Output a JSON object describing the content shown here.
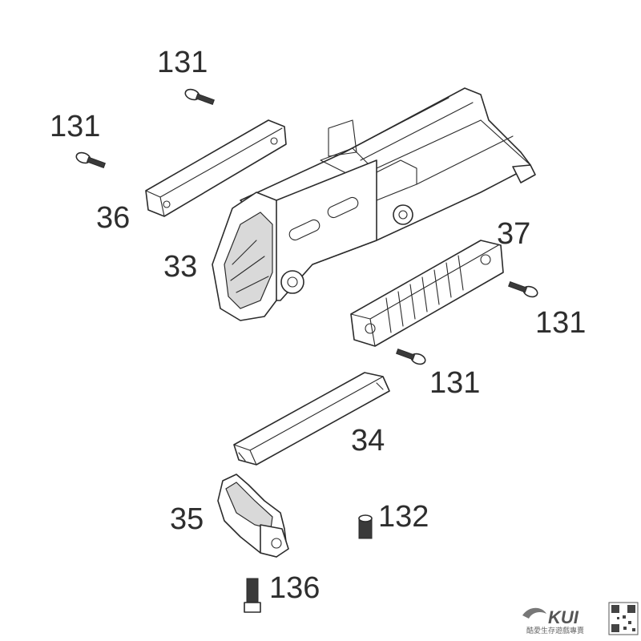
{
  "labels": [
    {
      "key": "screw_top_a",
      "text": "131"
    },
    {
      "key": "screw_top_b",
      "text": "131"
    },
    {
      "key": "rail_top",
      "text": "36"
    },
    {
      "key": "housing",
      "text": "33"
    },
    {
      "key": "rail_side",
      "text": "37"
    },
    {
      "key": "screw_right_a",
      "text": "131"
    },
    {
      "key": "screw_right_b",
      "text": "131"
    },
    {
      "key": "rail_bottom",
      "text": "34"
    },
    {
      "key": "clip",
      "text": "35"
    },
    {
      "key": "set_screw",
      "text": "132"
    },
    {
      "key": "bolt",
      "text": "136"
    }
  ],
  "logo": {
    "brand": "KUI",
    "tagline": "酷愛生存遊戲專賣"
  }
}
